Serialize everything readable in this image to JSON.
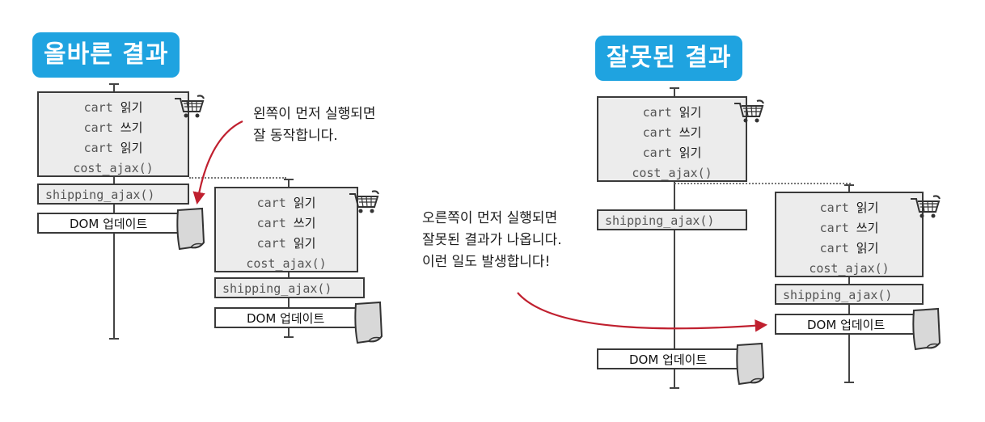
{
  "left": {
    "title": "올바른 결과",
    "note_lines": [
      "왼쪽이 먼저 실행되면",
      "잘 동작합니다."
    ],
    "timeline_a": {
      "code_lines": [
        {
          "code": "cart ",
          "ko": "읽기"
        },
        {
          "code": "cart ",
          "ko": "쓰기"
        },
        {
          "code": "cart ",
          "ko": "읽기"
        },
        {
          "code": "cost_ajax()",
          "ko": ""
        }
      ],
      "shipping": "shipping_ajax()",
      "dom": "DOM 업데이트"
    },
    "timeline_b": {
      "code_lines": [
        {
          "code": "cart ",
          "ko": "읽기"
        },
        {
          "code": "cart ",
          "ko": "쓰기"
        },
        {
          "code": "cart ",
          "ko": "읽기"
        },
        {
          "code": "cost_ajax()",
          "ko": ""
        }
      ],
      "shipping": "shipping_ajax()",
      "dom": "DOM 업데이트"
    }
  },
  "right": {
    "title": "잘못된 결과",
    "note_lines": [
      "오른쪽이 먼저 실행되면",
      "잘못된 결과가 나옵니다.",
      "이런 일도 발생합니다!"
    ],
    "timeline_a": {
      "code_lines": [
        {
          "code": "cart ",
          "ko": "읽기"
        },
        {
          "code": "cart ",
          "ko": "쓰기"
        },
        {
          "code": "cart ",
          "ko": "읽기"
        },
        {
          "code": "cost_ajax()",
          "ko": ""
        }
      ],
      "shipping": "shipping_ajax()",
      "dom": "DOM 업데이트"
    },
    "timeline_b": {
      "code_lines": [
        {
          "code": "cart ",
          "ko": "읽기"
        },
        {
          "code": "cart ",
          "ko": "쓰기"
        },
        {
          "code": "cart ",
          "ko": "읽기"
        },
        {
          "code": "cost_ajax()",
          "ko": ""
        }
      ],
      "shipping": "shipping_ajax()",
      "dom": "DOM 업데이트"
    }
  },
  "colors": {
    "badge": "#1fa3e0",
    "arrow": "#c0202f",
    "box_fill": "#ececec"
  },
  "icons": [
    "shopping-cart-icon",
    "curled-page-icon"
  ]
}
